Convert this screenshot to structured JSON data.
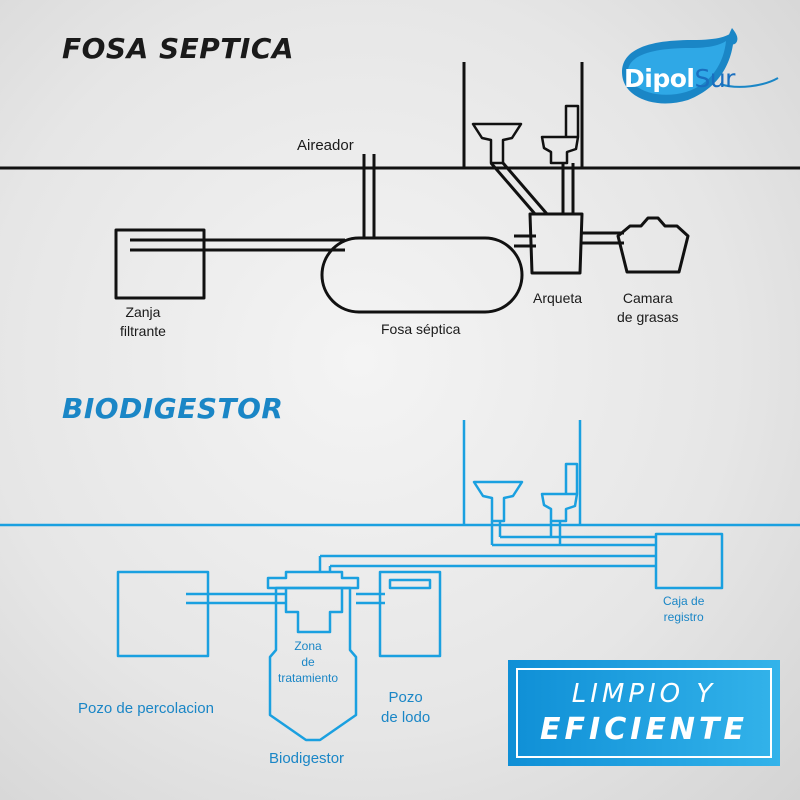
{
  "brand": {
    "name_part1": "Dipol",
    "name_part2": "Sur",
    "colors": {
      "primary_blue": "#1a86c6",
      "logo_blue": "#1a6fbf",
      "ink": "#1a1a1a"
    }
  },
  "sections": {
    "fosa_septica": {
      "title": "FOSA SEPTICA",
      "labels": {
        "aireador": "Aireador",
        "zanja": [
          "Zanja",
          "filtrante"
        ],
        "fosa": "Fosa séptica",
        "arqueta": "Arqueta",
        "camara": [
          "Camara",
          "de grasas"
        ]
      }
    },
    "biodigestor": {
      "title": "BIODIGESTOR",
      "labels": {
        "caja": [
          "Caja de",
          "registro"
        ],
        "zona": [
          "Zona",
          "de",
          "tratamiento"
        ],
        "pozo_lodo": [
          "Pozo",
          "de lodo"
        ],
        "pozo_percolacion": "Pozo de percolacion",
        "biodigestor": "Biodigestor"
      }
    }
  },
  "badge": {
    "line1": "LIMPIO Y",
    "line2": "EFICIENTE"
  }
}
